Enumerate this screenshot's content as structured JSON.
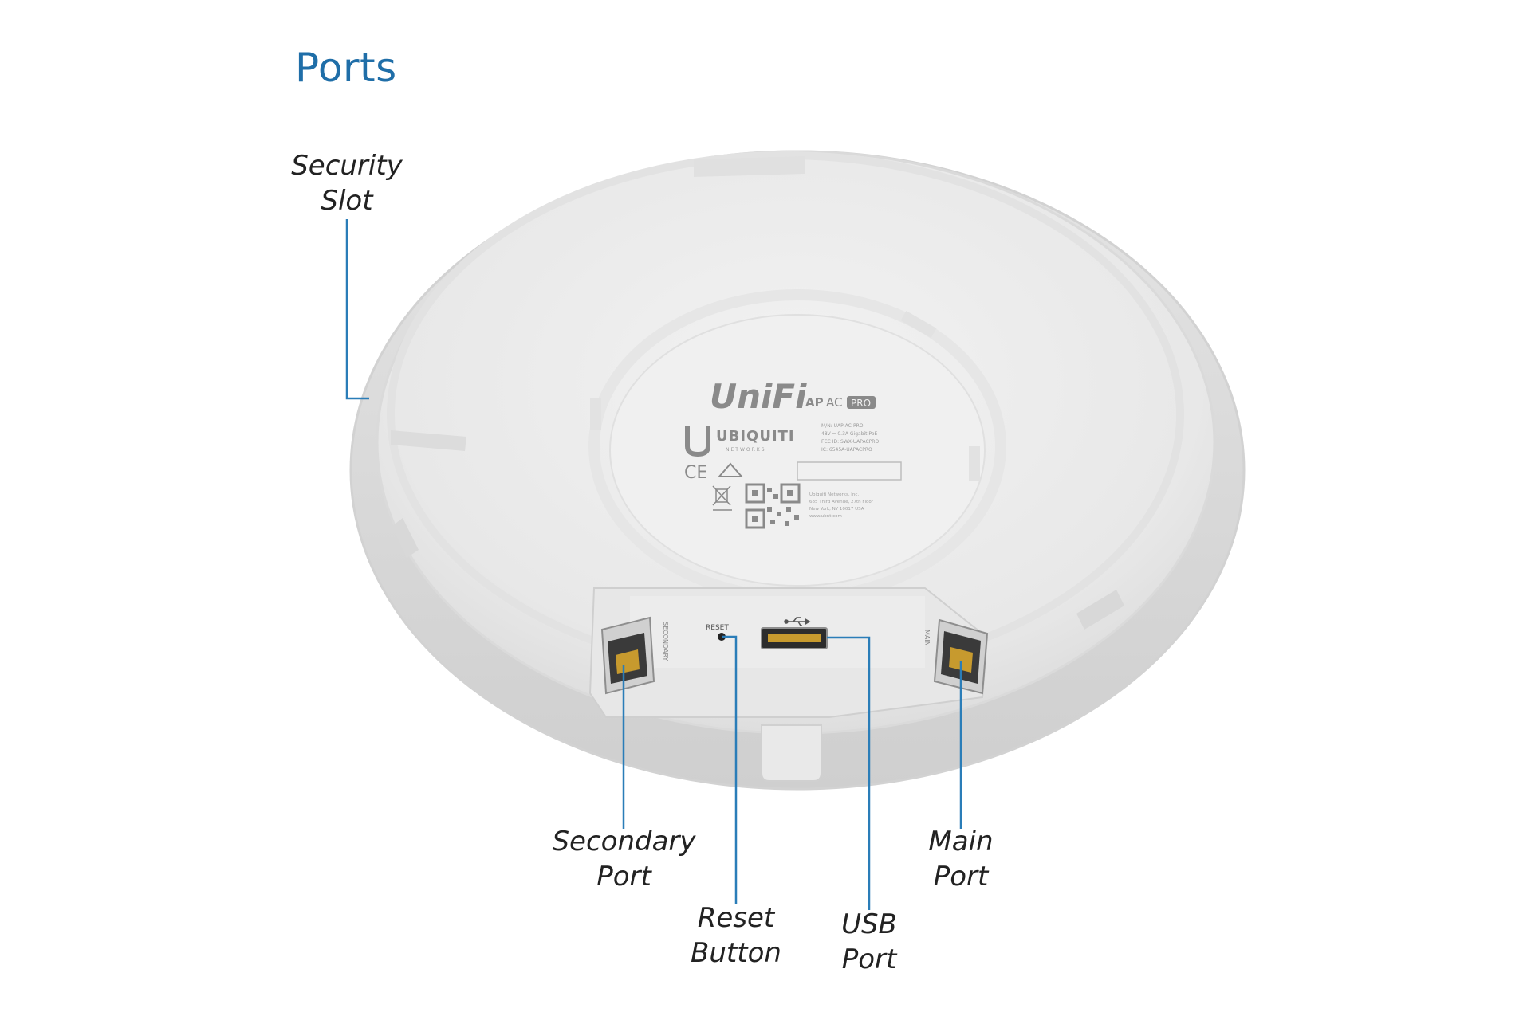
{
  "heading": "Ports",
  "callouts": {
    "security_slot": [
      "Security",
      "Slot"
    ],
    "secondary_port": [
      "Secondary",
      "Port"
    ],
    "reset_button": [
      "Reset",
      "Button"
    ],
    "usb_port": [
      "USB",
      "Port"
    ],
    "main_port": [
      "Main",
      "Port"
    ]
  },
  "device_label": {
    "brand": "UniFi",
    "model_ap": "AP",
    "model_ac": "AC",
    "model_pro": "PRO",
    "maker": "UBIQUITI",
    "maker_sub": "NETWORKS",
    "ce_mark": "CE",
    "spec_lines": [
      "M/N: UAP-AC-PRO",
      "48V ⎓ 0.3A  Gigabit PoE",
      "FCC ID: SWX-UAPACPRO",
      "IC: 6545A-UAPACPRO"
    ],
    "address_lines": [
      "Ubiquiti Networks, Inc.",
      "685 Third Avenue, 27th Floor",
      "New York, NY 10017 USA",
      "www.ubnt.com"
    ]
  },
  "port_labels": {
    "secondary": "SECONDARY",
    "reset": "RESET",
    "main": "MAIN"
  },
  "colors": {
    "heading": "#1f6ea8",
    "leader_line": "#2a7db8",
    "device_body": "#eeeeee",
    "device_rim": "#dcdcdc"
  }
}
